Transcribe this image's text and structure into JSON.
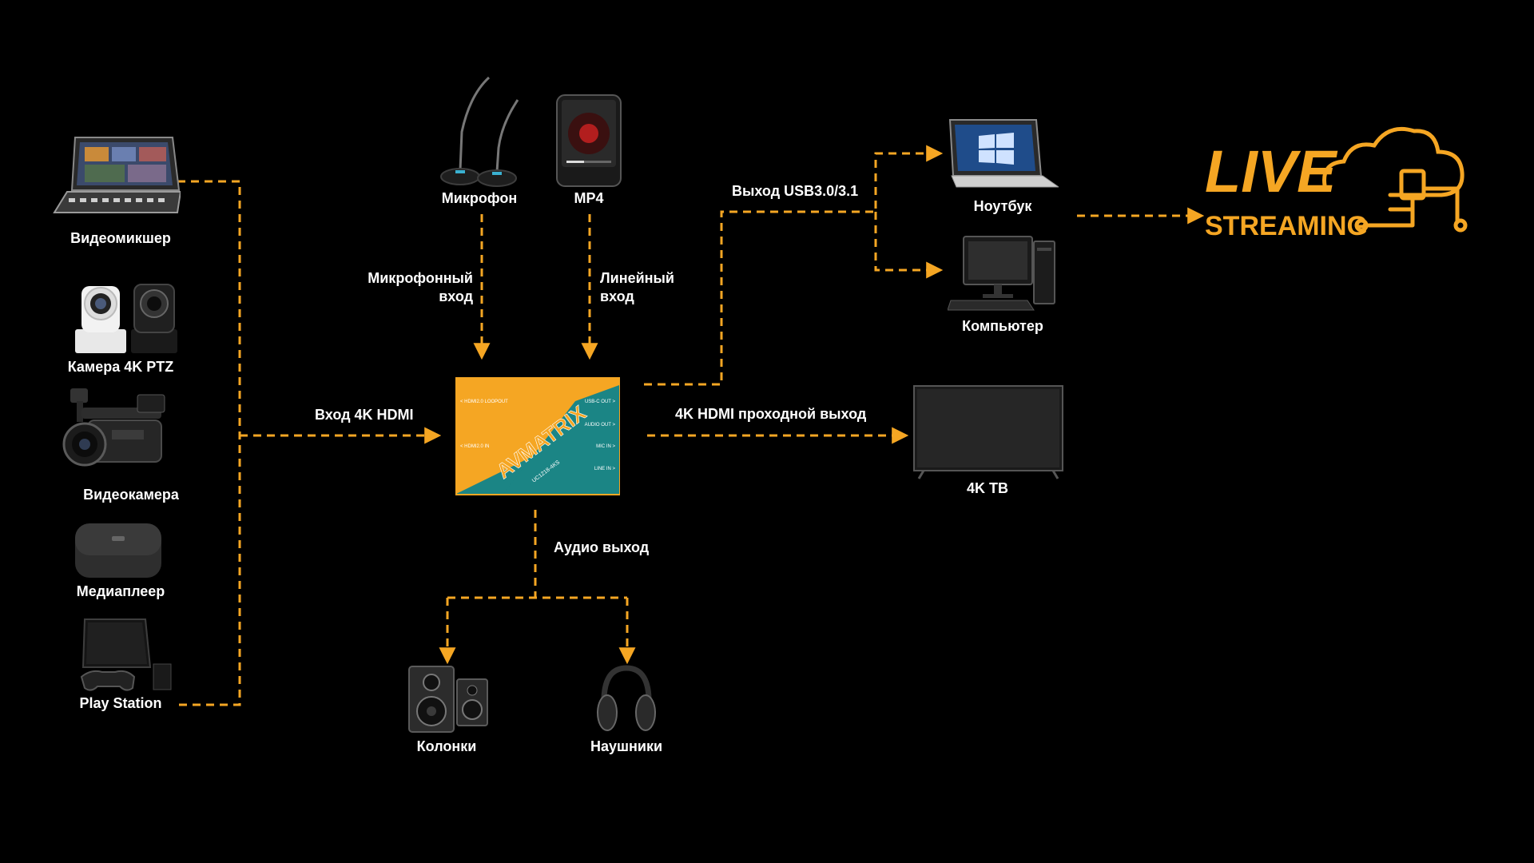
{
  "colors": {
    "background": "#000000",
    "accent": "#F5A623",
    "box_teal": "#1B8585"
  },
  "sources": {
    "mixer": "Видеомикшер",
    "ptz": "Камера 4K PTZ",
    "camcorder": "Видеокамера",
    "mediaplayer": "Медиаплеер",
    "playstation": "Play Station"
  },
  "audio_sources": {
    "mic": "Микрофон",
    "mp4": "MP4"
  },
  "connections": {
    "mic_in": [
      "Микрофонный",
      "вход"
    ],
    "line_in": [
      "Линейный",
      "вход"
    ],
    "hdmi_in": "Вход 4K HDMI",
    "usb_out": "Выход USB3.0/3.1",
    "hdmi_loop": "4K HDMI проходной выход",
    "audio_out": "Аудио выход"
  },
  "outputs": {
    "laptop": "Ноутбук",
    "pc": "Компьютер",
    "tv": "4K TB",
    "speakers": "Колонки",
    "headphones": "Наушники"
  },
  "device": {
    "brand": "AVMATRIX",
    "model": "UC1218-4KS",
    "ports_left": [
      "< HDMI2.0 LOOPOUT",
      "< HDMI2.0 IN"
    ],
    "ports_right": [
      "USB-C OUT >",
      "AUDIO OUT >",
      "MIC IN >",
      "LINE IN >"
    ]
  },
  "logo": {
    "line1": "LIVE",
    "line2": "STREAMING"
  }
}
